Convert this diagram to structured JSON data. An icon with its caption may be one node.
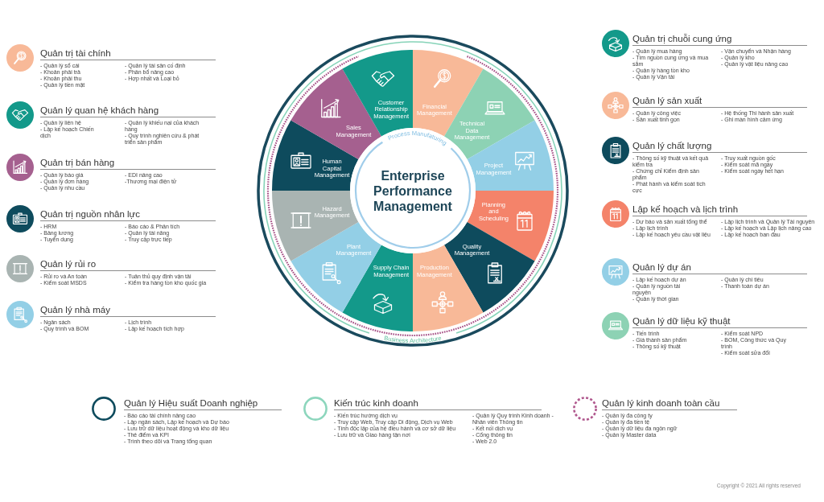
{
  "diagram": {
    "nodes": [
      {
        "text": [
          "Quản trị tài chính"
        ],
        "beside": [
          "- Quản lý sổ cái",
          "- Khoản phải trả",
          "- Khoản phải thu",
          "- Quản lý tiền mặt",
          "- Quản lý tài sản cố định",
          "- Phân bổ nâng cao",
          "- Hợp nhất và Loại bỏ"
        ]
      },
      {
        "text": [
          "Quản lý quan hệ khách hàng"
        ],
        "beside": [
          "- Quản lý liên hệ",
          "- Lập kế hoạch Chiến dịch",
          "- Quản lý khiếu nại của khách hàng",
          "- Quy trình nghiên cứu & phát triển sản phẩm"
        ]
      },
      {
        "text": [
          "Quản trị bán hàng"
        ],
        "beside": [
          "- Quản lý báo giá",
          "- Quản lý đơn hàng",
          "- Quản lý nhu cầu",
          "- EDI nâng cao",
          "-Thương mại điện tử"
        ]
      },
      {
        "text": [
          "Quản trị nguồn nhân lực"
        ],
        "beside": [
          "- HRM",
          "- Bảng lương",
          "- Tuyển dụng",
          "- Báo cáo & Phân tích",
          "- Quản lý tài năng",
          "- Truy cập trực tiếp"
        ]
      },
      {
        "text": [
          "Quản lý rủi ro"
        ],
        "beside": [
          "- Rủi ro và An toàn",
          "- Kiểm soát MSDS",
          "- Tuân thủ quy định vận tải",
          "- Kiểm tra hàng tồn kho quốc gia"
        ]
      },
      {
        "text": [
          "Quản lý nhà máy"
        ],
        "beside": [
          "- Ngân sách",
          "- Quy trình và BOM",
          "- Lịch trình",
          "- Lập kế hoạch tích hợp"
        ]
      },
      {
        "text": [
          "Enterprise Performance Management"
        ]
      },
      {
        "text": [
          "Financial Management"
        ]
      },
      {
        "text": [
          "Technical Data Management"
        ]
      },
      {
        "text": [
          "Project Management"
        ]
      },
      {
        "text": [
          "Planning and Scheduling"
        ]
      },
      {
        "text": [
          "Quality Management"
        ]
      },
      {
        "text": [
          "Production Management"
        ]
      },
      {
        "text": [
          "Supply Chain Management"
        ]
      },
      {
        "text": [
          "Plant Management"
        ]
      },
      {
        "text": [
          "Hazard Management"
        ]
      },
      {
        "text": [
          "Human Capital Management"
        ]
      },
      {
        "text": [
          "Sales Management"
        ]
      },
      {
        "text": [
          "Customer Relationship Management"
        ]
      },
      {
        "text": [
          "Quản trị chuỗi cung ứng"
        ],
        "beside": [
          "- Quản lý mua hàng",
          "- Tìm nguồn cung ứng và mua sắm",
          "- Quản lý hàng tồn kho",
          "- Quản lý Vận tải",
          "- Vận chuyển và Nhận hàng",
          "- Quản lý kho",
          "- Quản lý vật liệu nâng cao"
        ]
      },
      {
        "text": [
          "Quản lý sản xuất"
        ],
        "beside": [
          "- Quản lý công việc",
          "- Sản xuất tinh gọn",
          "- Hệ thống Thi hành sản xuất",
          "- Ghi màn hình cảm ứng"
        ]
      },
      {
        "text": [
          "Quản lý chất lượng"
        ],
        "beside": [
          "- Thông số kỹ thuật và kết quả kiểm tra",
          "- Chứng chỉ Kiểm định sản phẩm",
          "- Phát hành và kiểm soát tích cực",
          "- Truy xuất nguồn gốc",
          "- Kiểm soát mã ngày",
          "- Kiểm soát ngày hết hạn"
        ]
      },
      {
        "text": [
          "Lập kế hoạch và lịch trình"
        ],
        "beside": [
          "- Dự báo và sản xuất tổng thể",
          "- Lập lịch trình",
          "- Lập kế hoạch yêu cầu vật liệu",
          "- Lập lịch trình và Quản lý Tài nguyên",
          "- Lập kế hoạch và Lập lịch nâng cao",
          "- Lập kế hoạch ban đầu"
        ]
      },
      {
        "text": [
          "Quản lý dự án"
        ],
        "beside": [
          "- Lập kế hoạch dự án",
          "- Quản lý nguồn tài nguyên",
          "- Quản lý thời gian",
          "- Quản lý chi tiêu",
          "- Thanh toán dự án"
        ]
      },
      {
        "text": [
          "Quản lý dữ liệu kỹ thuật"
        ],
        "beside": [
          "- Tiến trình",
          "- Giá thành sản phẩm",
          "- Thông số kỹ thuật",
          "- Kiểm soát NPD",
          "- BOM, Công thức và Quy trình",
          "- Kiểm soát sửa đổi"
        ]
      },
      {
        "text": [
          "Quản lý Hiệu suất Doanh nghiệp"
        ],
        "beside": [
          "- Báo cáo tài chính nâng cao",
          "- Lập ngân sách, Lập kế hoạch và Dự báo",
          "- Lưu trữ dữ liệu hoạt động và kho dữ liệu",
          "- Thẻ điểm và KPI",
          "- Trình theo dõi và Trang tổng quan"
        ]
      },
      {
        "text": [
          "Kiến trúc kinh doanh"
        ],
        "beside": [
          "- Kiến trúc hướng dịch vụ",
          "- Truy cập Web, Truy cập Di động, Dịch vụ Web",
          "- Tính độc lập của hệ điều hành và cơ sở dữ liệu",
          "- Lưu trữ và Giao hàng tận nơi",
          "- Quản lý Quy trình Kinh doanh - Nhân viên Thông tin",
          "- Kết nối dịch vụ",
          "- Cổng thông tin",
          "- Web 2.0"
        ]
      },
      {
        "text": [
          "Quản lý kinh doanh toàn cầu"
        ],
        "beside": [
          "- Quản lý đa công ty",
          "- Quản lý đa tiền tệ",
          "- Quản lý dữ liệu đa ngôn ngữ",
          "- Quản lý Master data"
        ]
      }
    ],
    "labels": [
      "Process Manufaturing",
      "Business Architecture",
      "Copyright © 2021 All rights reserved"
    ]
  }
}
